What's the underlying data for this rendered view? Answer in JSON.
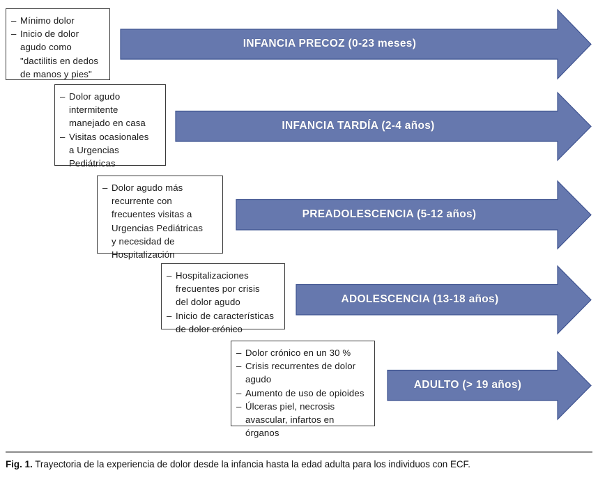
{
  "figure": {
    "caption_label": "Fig. 1.",
    "caption_text": "Trayectoria de la experiencia de dolor desde la infancia hasta la edad adulta para los individuos con ECF.",
    "accent_color": "#6678AE",
    "accent_border_color": "#3F5390",
    "box_border_color": "#3A3A3A",
    "label_text_color": "#FFFFFF"
  },
  "stages": [
    {
      "arrow_label": "INFANCIA PRECOZ (0-23 meses)",
      "bullets": [
        "Mínimo dolor",
        "Inicio de dolor\nagudo como\n\"dactilitis en dedos\nde manos y pies\""
      ]
    },
    {
      "arrow_label": "INFANCIA TARDÍA (2-4 años)",
      "bullets": [
        "Dolor agudo\nintermitente\nmanejado en casa",
        "Visitas ocasionales\na Urgencias\nPediátricas"
      ]
    },
    {
      "arrow_label": "PREADOLESCENCIA (5-12 años)",
      "bullets": [
        "Dolor agudo más\nrecurrente con\nfrecuentes visitas a\nUrgencias Pediátricas\ny necesidad de\nHospitalización"
      ]
    },
    {
      "arrow_label": "ADOLESCENCIA (13-18 años)",
      "bullets": [
        "Hospitalizaciones\nfrecuentes por crisis\ndel dolor agudo",
        "Inicio de características\nde dolor crónico"
      ]
    },
    {
      "arrow_label": "ADULTO (> 19 años)",
      "bullets": [
        "Dolor crónico en un 30 %",
        "Crisis recurrentes de dolor\nagudo",
        "Aumento de uso de opioides",
        "Úlceras piel, necrosis\navascular, infartos en\nórganos"
      ]
    }
  ]
}
